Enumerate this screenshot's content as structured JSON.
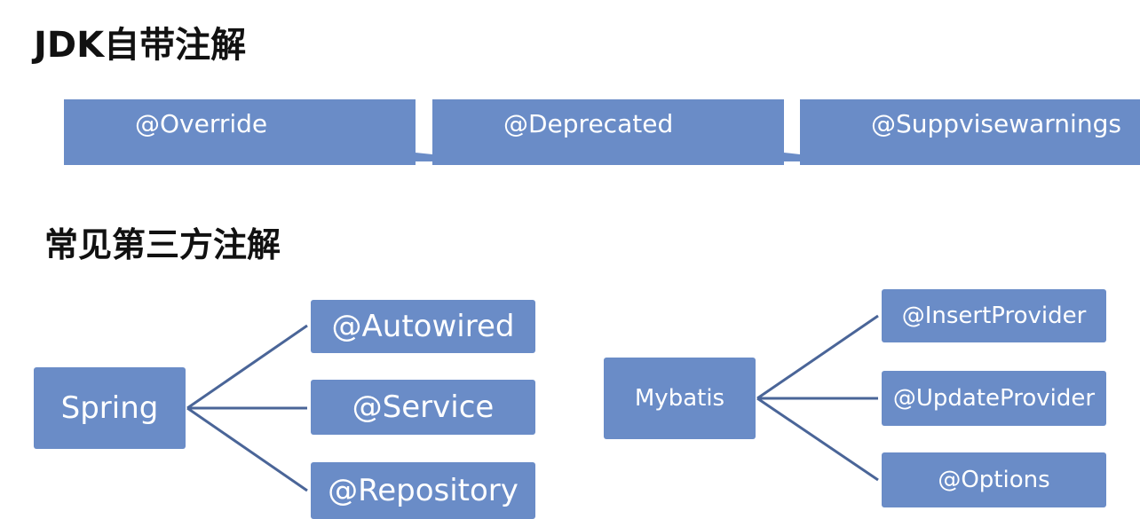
{
  "jdk_section": {
    "title": "JDK自带注解",
    "annotations": [
      "@Override",
      "@Deprecated",
      "@Suppvisewarnings"
    ]
  },
  "third_party_section": {
    "title": "常见第三方注解",
    "spring": {
      "label": "Spring",
      "children": [
        "@Autowired",
        "@Service",
        "@Repository"
      ]
    },
    "mybatis": {
      "label": "Mybatis",
      "children": [
        "@InsertProvider",
        "@UpdateProvider",
        "@Options"
      ]
    }
  },
  "colors": {
    "box_fill": "#6a8cc7",
    "connector": "#4a6598",
    "heading_text": "#111111",
    "box_text": "#ffffff"
  }
}
